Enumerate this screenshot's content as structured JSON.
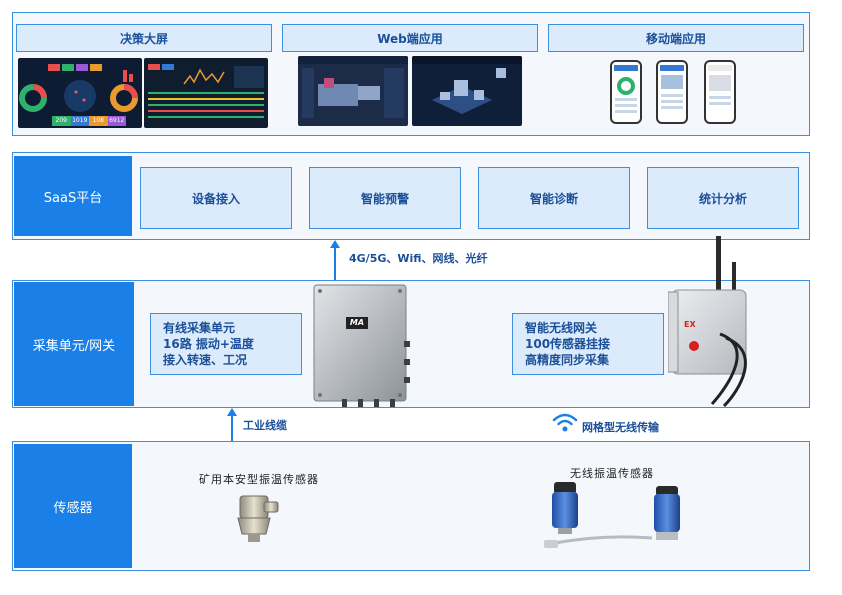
{
  "top": {
    "headers": [
      "决策大屏",
      "Web端应用",
      "移动端应用"
    ],
    "dashboard_numbers": [
      "209",
      "1019",
      "108",
      "6912"
    ]
  },
  "saas": {
    "title": "SaaS平台",
    "modules": [
      "设备接入",
      "智能预警",
      "智能诊断",
      "统计分析"
    ]
  },
  "network_label": "4G/5G、Wifi、网线、光纤",
  "gateway": {
    "title": "采集单元/网关",
    "wired_lines": [
      "有线采集单元",
      "16路 振动+温度",
      "接入转速、工况"
    ],
    "wireless_lines": [
      "智能无线网关",
      "100传感器挂接",
      "高精度同步采集"
    ],
    "device_badge": "MA",
    "ex_badge": "EX"
  },
  "links": {
    "cable_label": "工业线缆",
    "wireless_label": "网格型无线传输"
  },
  "sensor": {
    "title": "传感器",
    "wired_name": "矿用本安型振温传感器",
    "wireless_name": "无线振温传感器"
  },
  "colors": {
    "accent": "#1a7fe6",
    "border": "#3d8fe0",
    "text": "#1b4f99"
  }
}
